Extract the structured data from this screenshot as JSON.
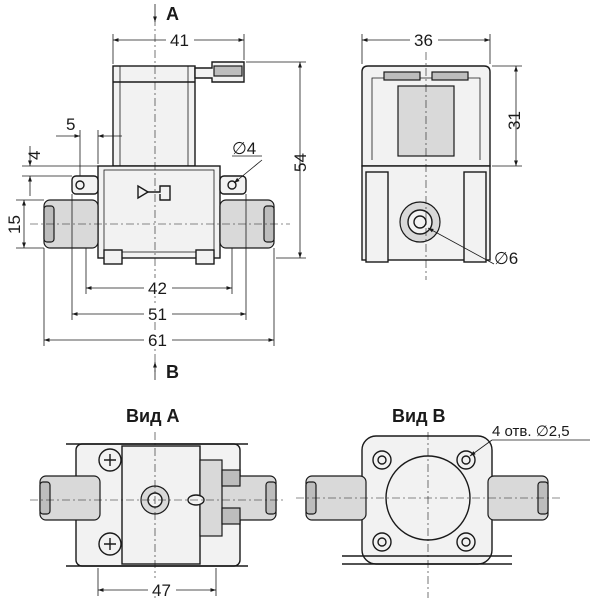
{
  "views": {
    "side_arrow_top": "A",
    "side_arrow_bottom": "B",
    "view_a_title": "Вид А",
    "view_b_title": "Вид В"
  },
  "dimensions": {
    "width_41": "41",
    "width_36": "36",
    "height_54": "54",
    "height_31": "31",
    "offset_5": "5",
    "offset_4": "4",
    "pipe_15": "15",
    "span_42": "42",
    "span_51": "51",
    "span_61": "61",
    "diam_4": "∅4",
    "diam_6": "∅6",
    "holes_note": "4 отв. ∅2,5",
    "width_47": "47"
  }
}
